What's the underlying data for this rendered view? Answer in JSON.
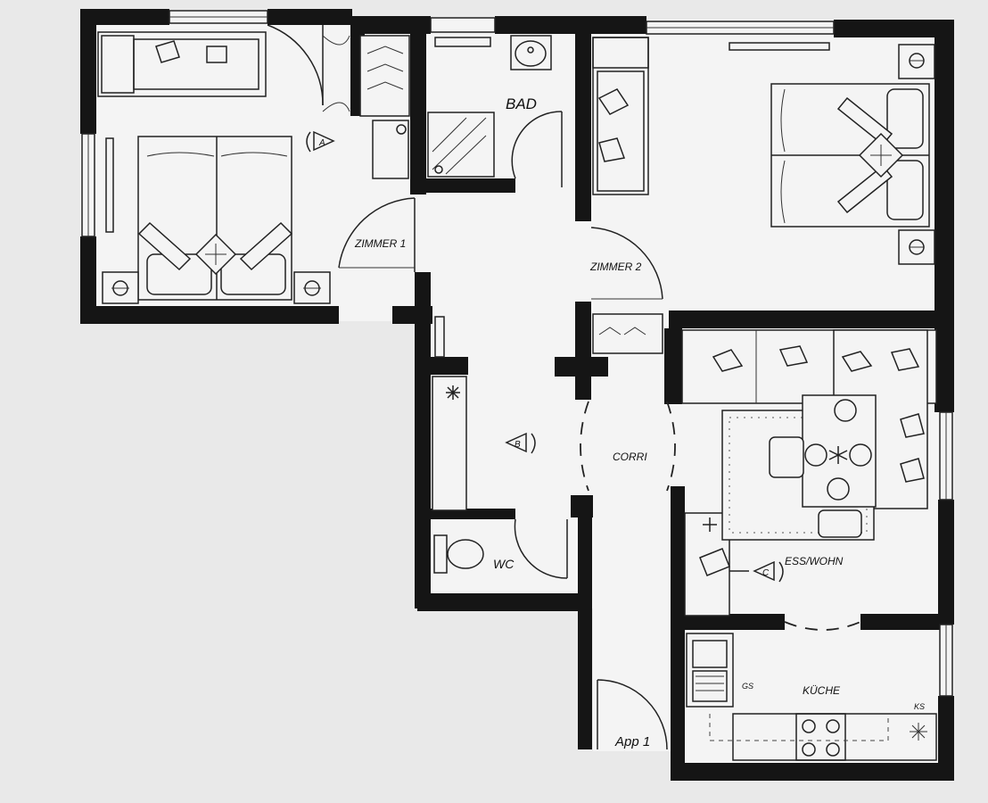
{
  "rooms": {
    "bad": "BAD",
    "zimmer1": "ZIMMER 1",
    "zimmer2": "ZIMMER 2",
    "corri": "CORRI",
    "wc": "WC",
    "ess_wohn": "ESS/WOHN",
    "kueche": "KÜCHE",
    "apartment": "App 1"
  },
  "markers": {
    "a": "A",
    "b": "B",
    "c": "C"
  },
  "appliances": {
    "gs": "GS",
    "ks": "KS"
  },
  "colors": {
    "wall": "#151515",
    "paper": "#f4f4f4",
    "background": "#e9e9e9",
    "line": "#222222"
  }
}
